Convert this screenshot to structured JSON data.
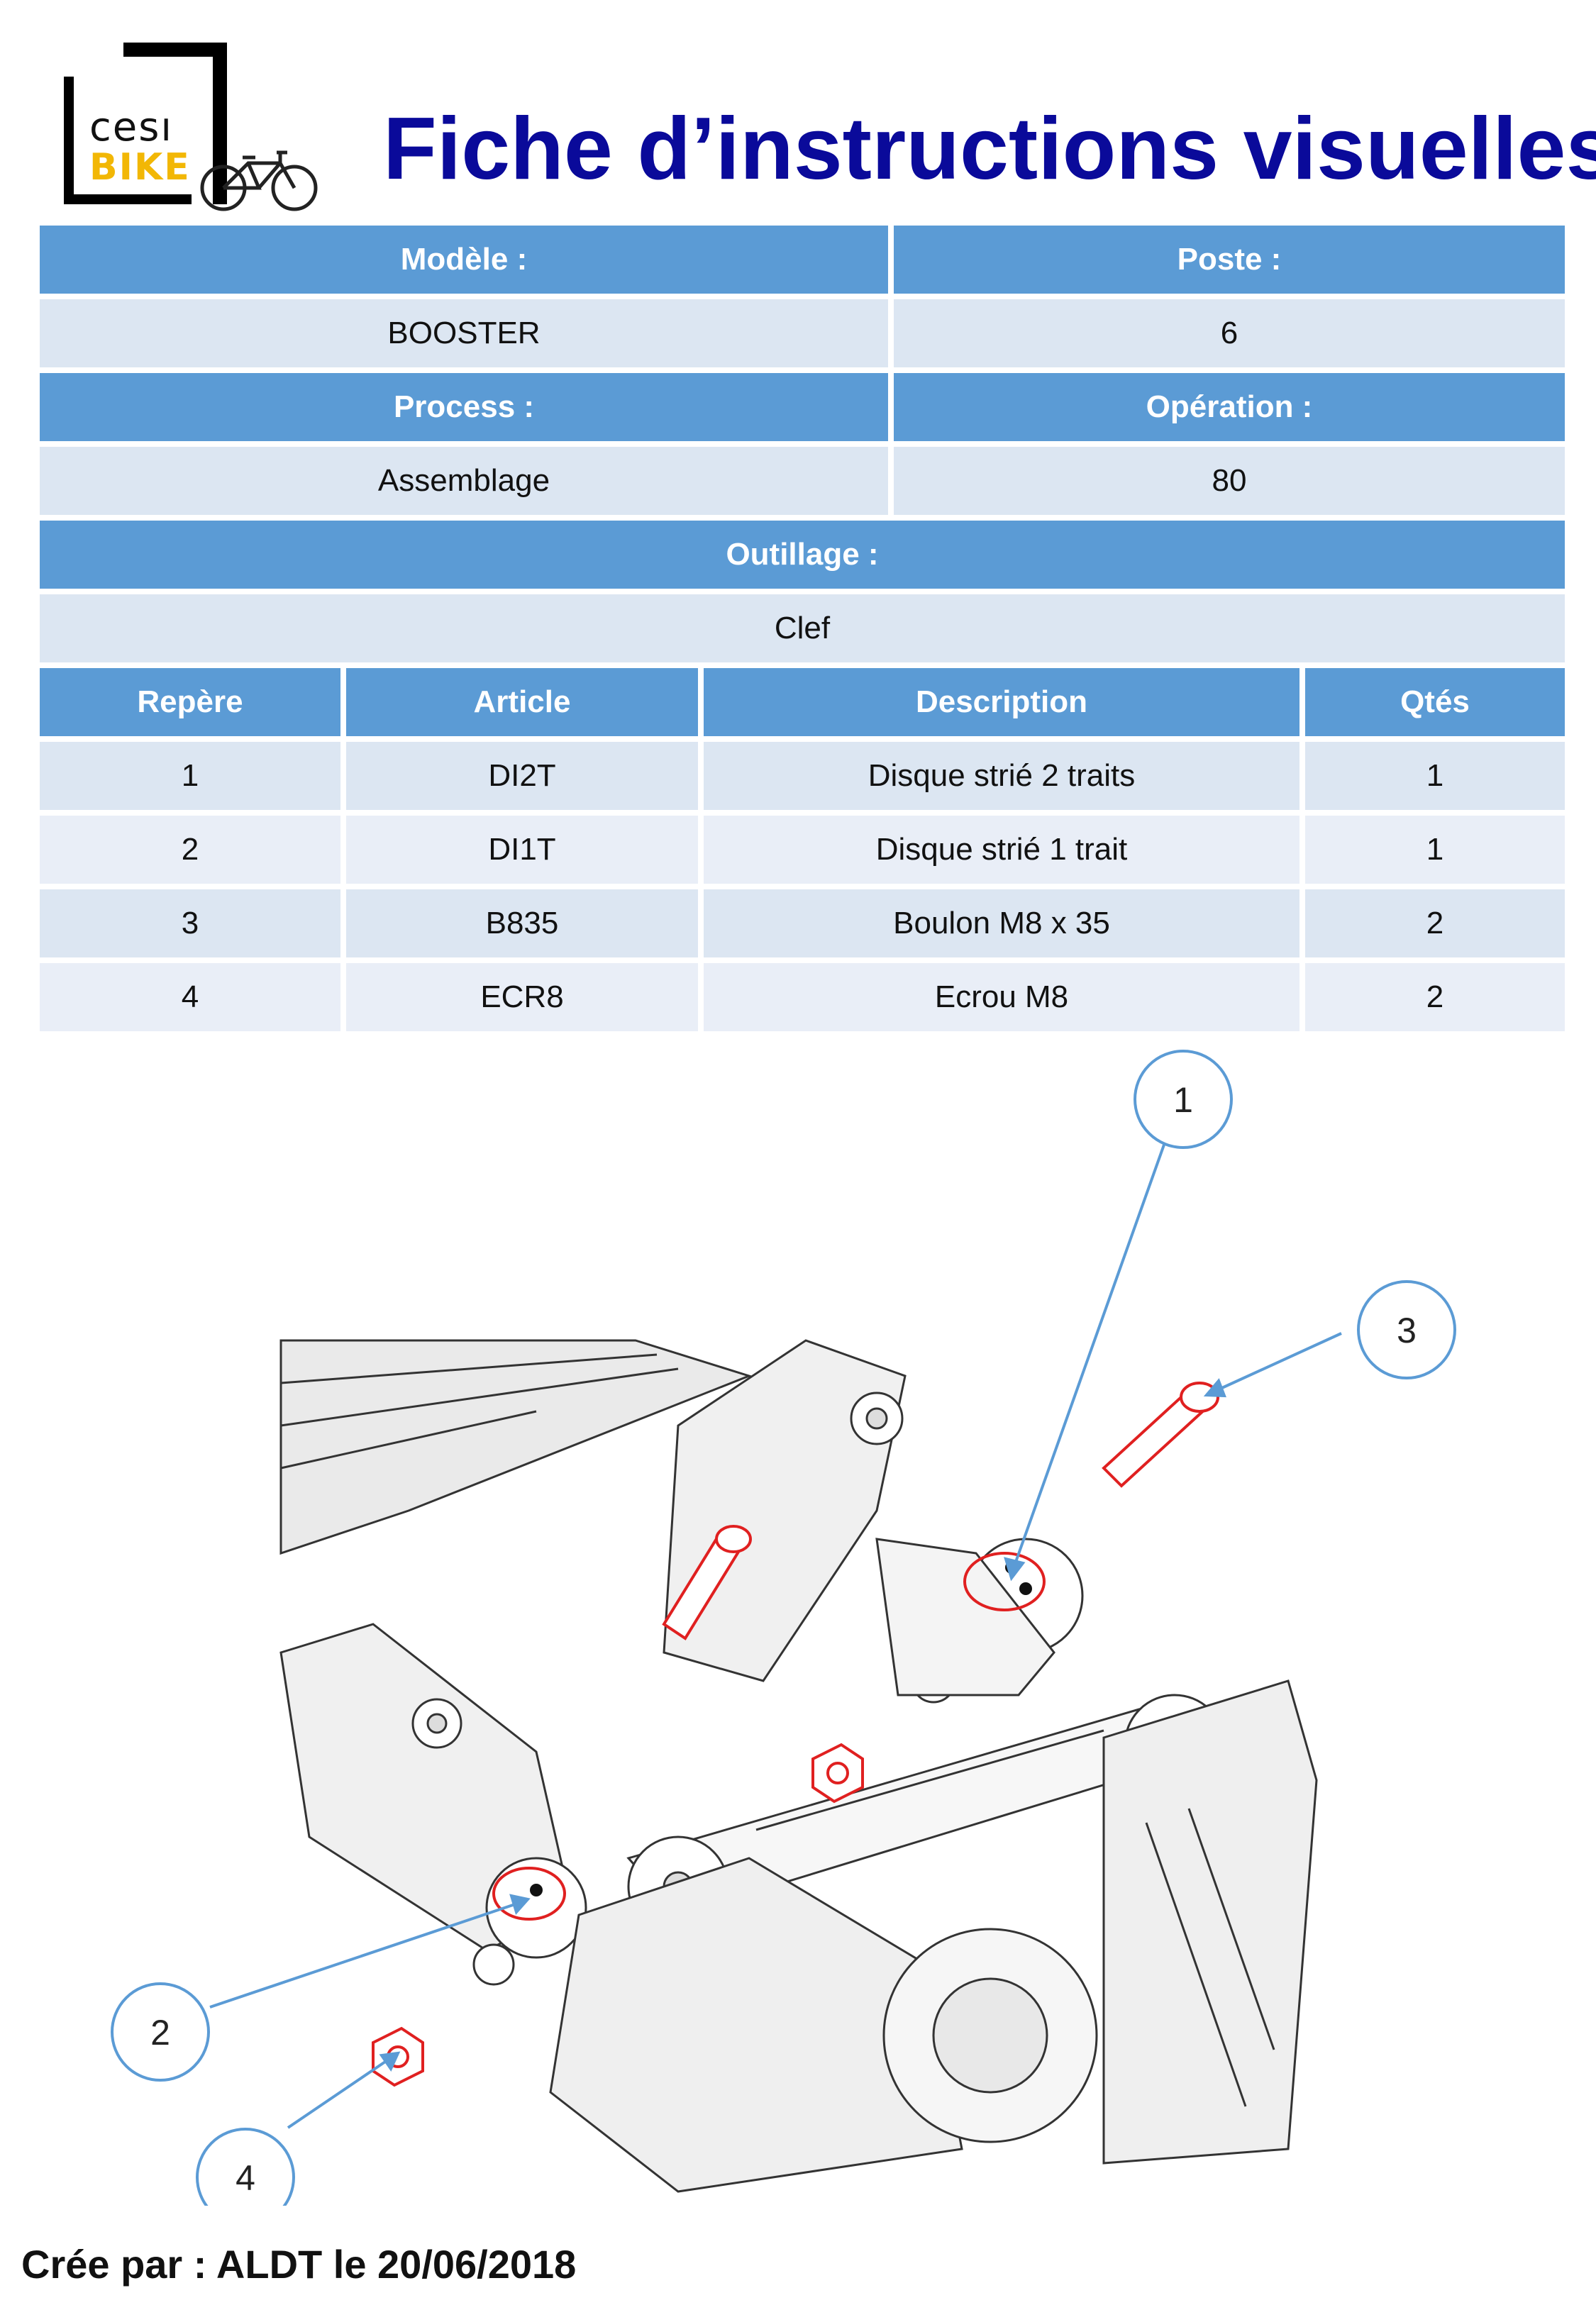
{
  "logo": {
    "line1": "cesı",
    "line2": "BIKE",
    "brand_color": "#f2b705"
  },
  "title": "Fiche d’instructions visuelles",
  "form": {
    "modele_label": "Modèle :",
    "poste_label": "Poste :",
    "modele_value": "BOOSTER",
    "poste_value": "6",
    "process_label": "Process :",
    "operation_label": "Opération :",
    "process_value": "Assemblage",
    "operation_value": "80",
    "outillage_label": "Outillage :",
    "outillage_value": "Clef"
  },
  "parts_table": {
    "headers": [
      "Repère",
      "Article",
      "Description",
      "Qtés"
    ],
    "rows": [
      [
        "1",
        "DI2T",
        "Disque strié 2 traits",
        "1"
      ],
      [
        "2",
        "DI1T",
        "Disque strié 1 trait",
        "1"
      ],
      [
        "3",
        "B835",
        "Boulon M8 x 35",
        "2"
      ],
      [
        "4",
        "ECR8",
        "Ecrou M8",
        "2"
      ]
    ]
  },
  "callouts": [
    "1",
    "2",
    "3",
    "4"
  ],
  "colors": {
    "header": "#5b9bd5",
    "cell": "#dce6f2",
    "title": "#0a0a9a",
    "callout": "#5b9bd5",
    "highlight": "#e02020"
  },
  "footer": "Crée par : ALDT le 20/06/2018"
}
